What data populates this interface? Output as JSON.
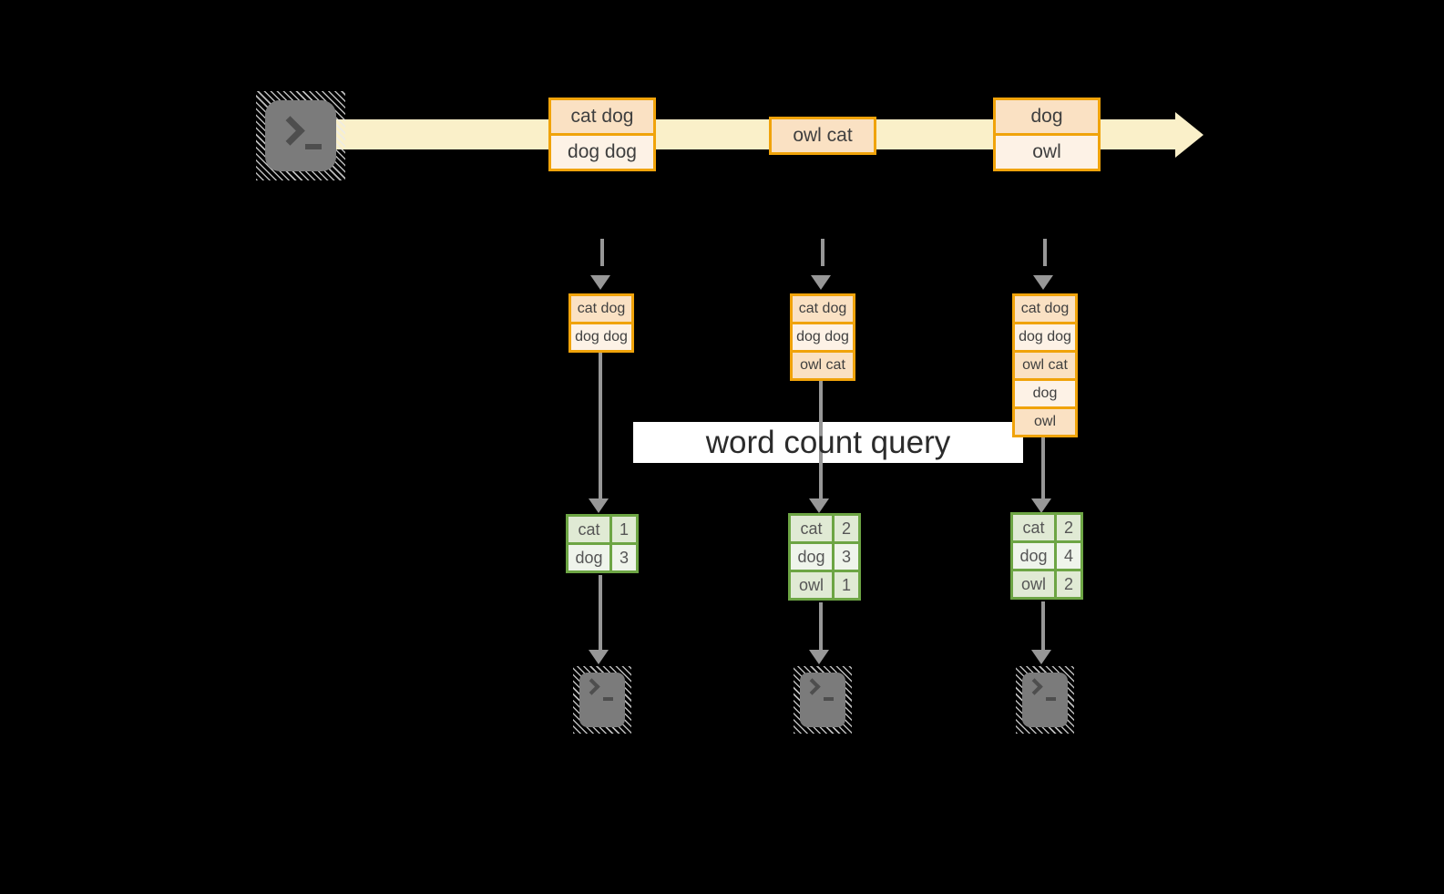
{
  "diagram": {
    "query_label": "word count query"
  },
  "stream": {
    "source": "terminal",
    "events": [
      {
        "rows": [
          "cat dog",
          "dog dog"
        ]
      },
      {
        "rows": [
          "owl cat"
        ]
      },
      {
        "rows": [
          "dog",
          "owl"
        ]
      }
    ]
  },
  "columns": [
    {
      "state": [
        "cat dog",
        "dog dog"
      ],
      "counts": [
        {
          "word": "cat",
          "count": "1"
        },
        {
          "word": "dog",
          "count": "3"
        }
      ]
    },
    {
      "state": [
        "cat dog",
        "dog dog",
        "owl cat"
      ],
      "counts": [
        {
          "word": "cat",
          "count": "2"
        },
        {
          "word": "dog",
          "count": "3"
        },
        {
          "word": "owl",
          "count": "1"
        }
      ]
    },
    {
      "state": [
        "cat dog",
        "dog dog",
        "owl cat",
        "dog",
        "owl"
      ],
      "counts": [
        {
          "word": "cat",
          "count": "2"
        },
        {
          "word": "dog",
          "count": "4"
        },
        {
          "word": "owl",
          "count": "2"
        }
      ]
    }
  ],
  "icons": {
    "source_icon": "terminal-icon",
    "prompt_glyph": ">_",
    "stream_arrow": "right-arrow",
    "batch_arrow": "dashed-down-arrow",
    "flow_arrow": "solid-down-arrow"
  },
  "colors": {
    "bg": "#000000",
    "amber": "#F0A30A",
    "cellDark": "#FAE1C3",
    "cellLight": "#FDF2E6",
    "stream": "#FAF0C9",
    "green": "#6DA544",
    "greenDark": "#E0EAD4",
    "greenLight": "#EFF4EB",
    "arrow": "#979797",
    "terminal": "#7B7B7B",
    "glyph": "#4E4E4E",
    "textBox": "#3F3F3F",
    "textTable": "#565656",
    "queryText": "#2B2B2B",
    "band": "#FFFFFF"
  }
}
